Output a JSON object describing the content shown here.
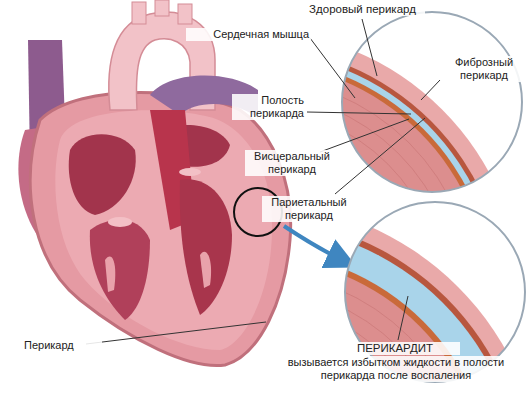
{
  "diagram": {
    "labels": [
      "Здоровый перикард",
      "Сердечная мышца",
      "Фиброзный перикард",
      "Полость перикарда",
      "Висцеральный перикард",
      "Париетальный перикард",
      "Перикард",
      "ПЕРИКАРДИТ",
      "вызывается избытком жидкости в полости перикарда после воспаления"
    ]
  }
}
